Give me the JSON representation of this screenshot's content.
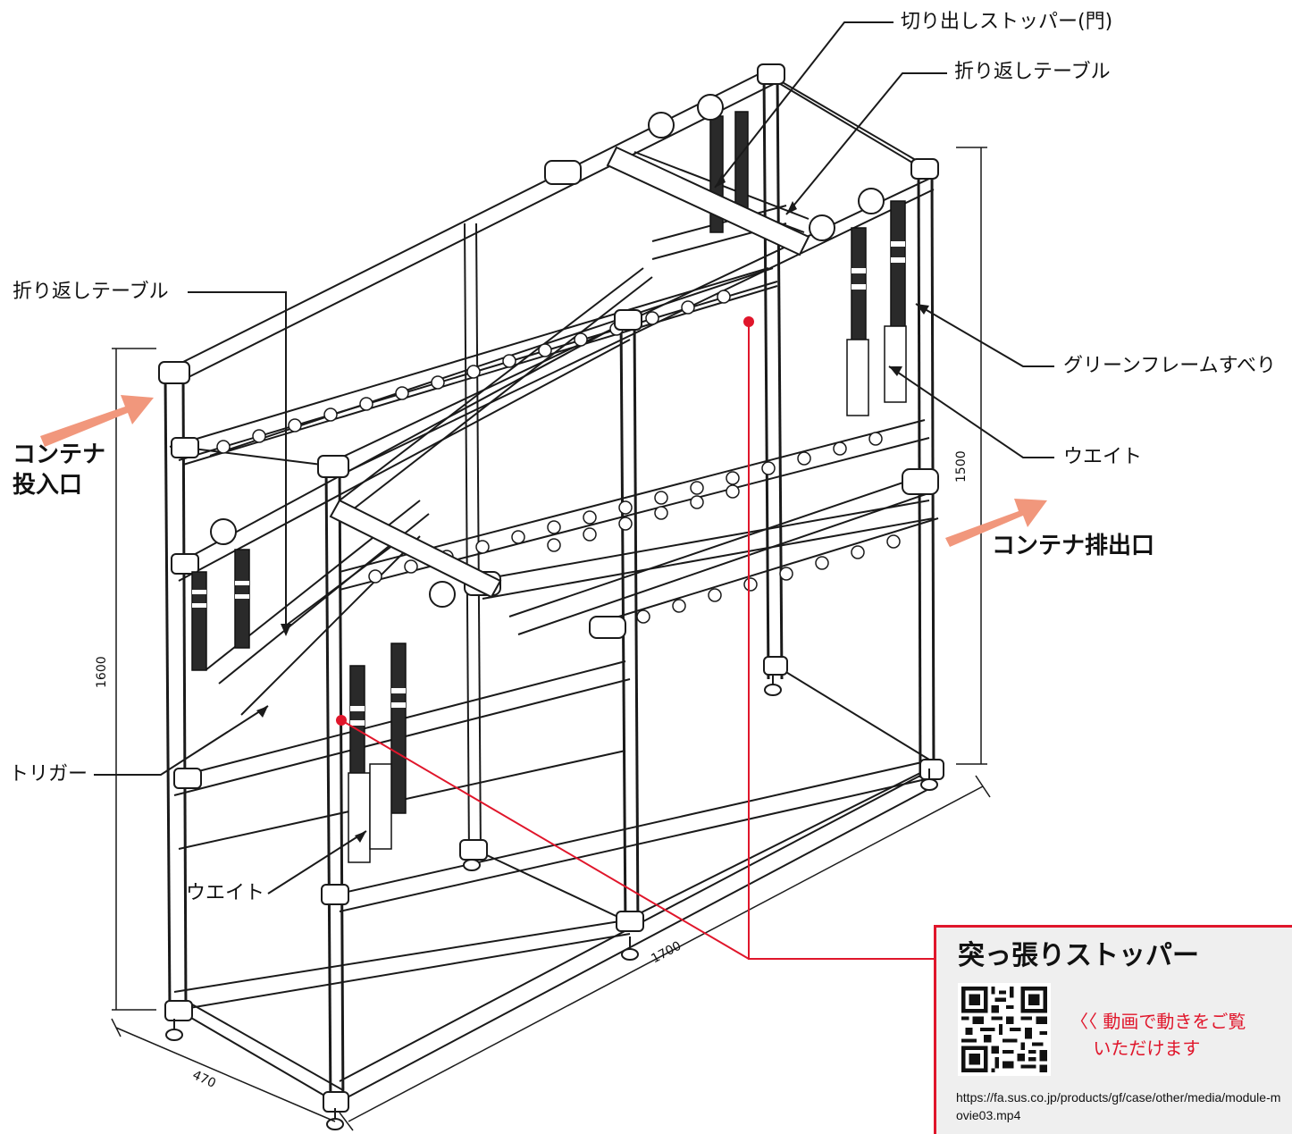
{
  "labels": {
    "kiridashi_stopper": "切り出しストッパー(門)",
    "orikaeshi_table_top": "折り返しテーブル",
    "orikaeshi_table_left": "折り返しテーブル",
    "green_frame_suberi": "グリーンフレームすべり",
    "weight_right": "ウエイト",
    "weight_left": "ウエイト",
    "trigger": "トリガー",
    "container_inlet": "コンテナ\n投入口",
    "container_outlet": "コンテナ排出口"
  },
  "dimensions": {
    "height_left": "1600",
    "height_right": "1500",
    "length": "1700",
    "width": "470"
  },
  "info_box": {
    "title": "突っ張りストッパー",
    "note": "〈〈 動画で動きをご覧\n    いただけます",
    "url": "https://fa.sus.co.jp/products/gf/case/other/media/module-movie03.mp4"
  },
  "colors": {
    "arrow": "#f1977c",
    "accent_red": "#e0162b",
    "line": "#1a1a1a",
    "box_bg": "#efefef"
  }
}
